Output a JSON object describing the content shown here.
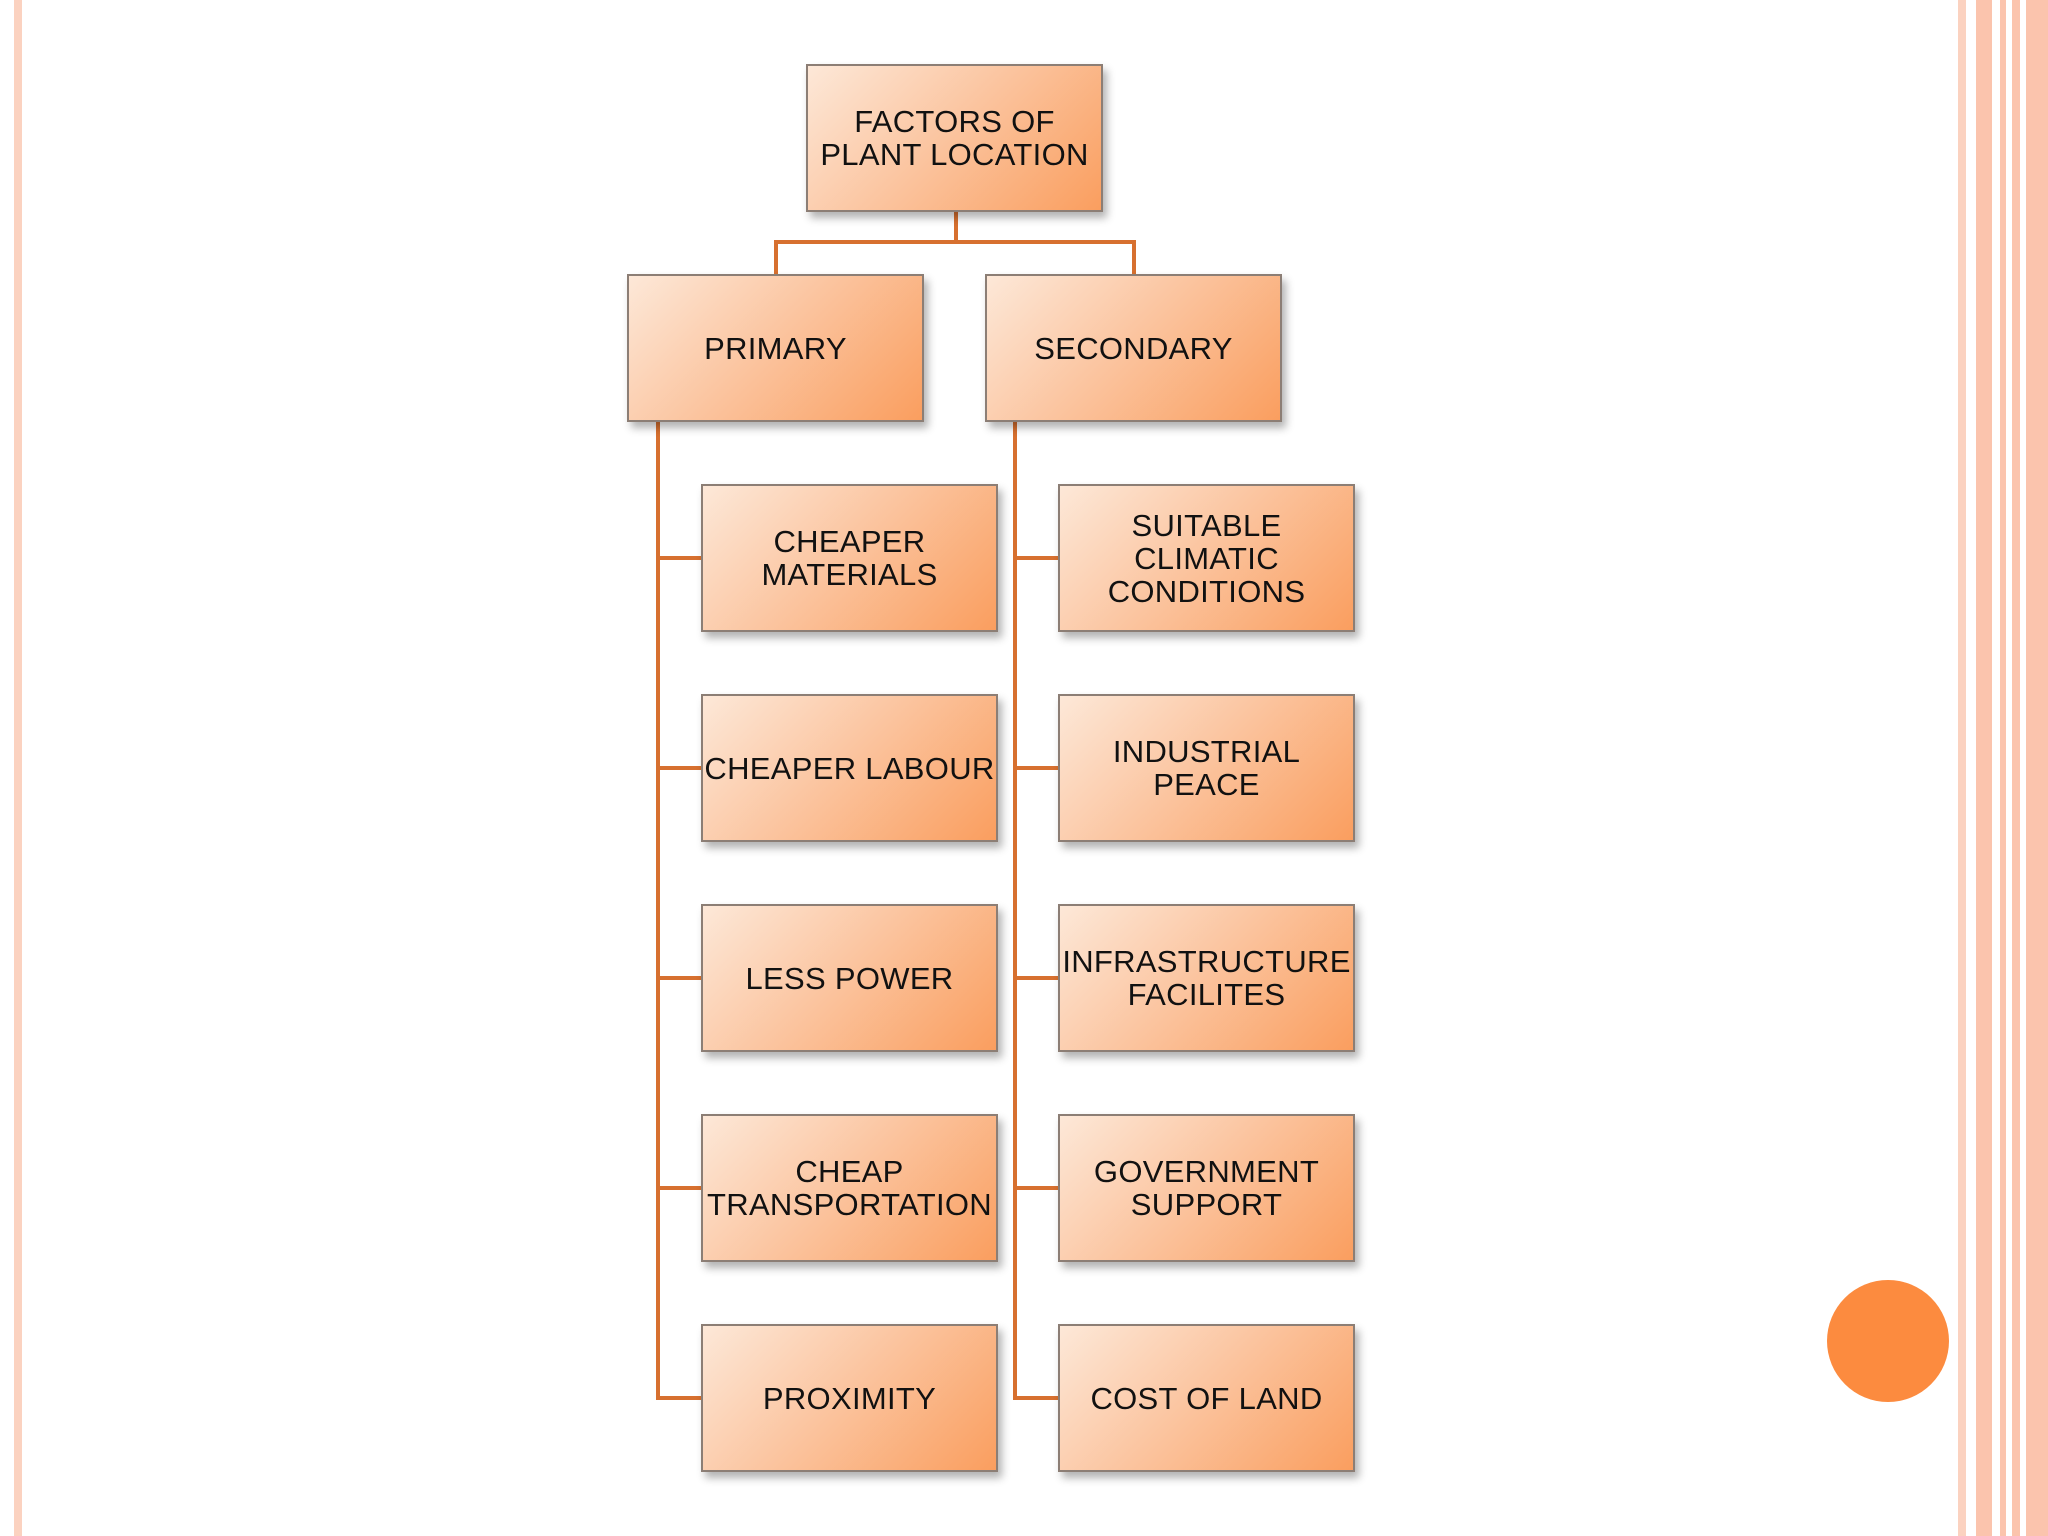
{
  "diagram": {
    "root": {
      "label": "FACTORS OF\nPLANT LOCATION"
    },
    "branches": [
      {
        "label": "PRIMARY",
        "items": [
          "CHEAPER\nMATERIALS",
          "CHEAPER LABOUR",
          "LESS POWER",
          "CHEAP\nTRANSPORTATION",
          "PROXIMITY"
        ]
      },
      {
        "label": "SECONDARY",
        "items": [
          "SUITABLE\nCLIMATIC\nCONDITIONS",
          "INDUSTRIAL\nPEACE",
          "INFRASTRUCTURE\nFACILITES",
          "GOVERNMENT\nSUPPORT",
          "COST OF LAND"
        ]
      }
    ]
  },
  "colors": {
    "connector": "#d7702f",
    "accent_dot": "#fc8b3f",
    "frame_stripe": "#fbd2c0"
  }
}
